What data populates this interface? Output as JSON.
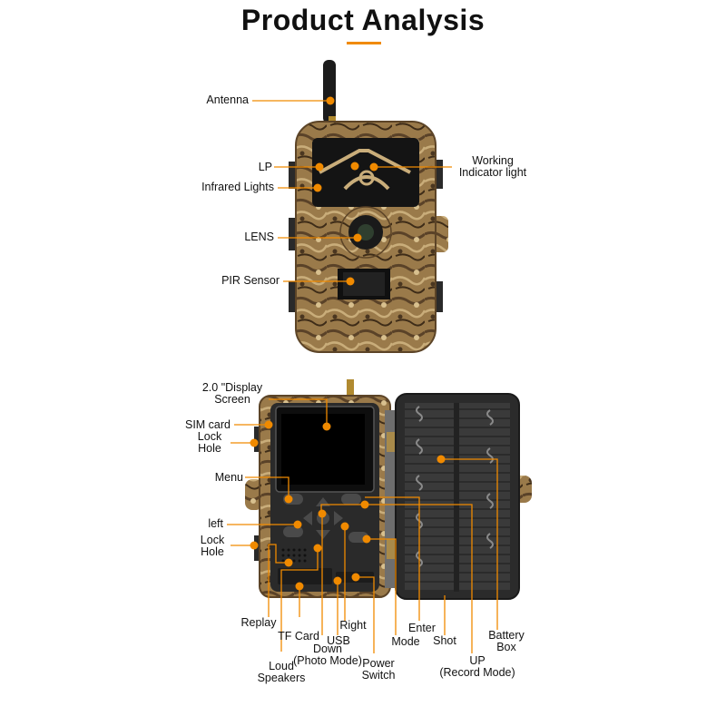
{
  "title": "Product Analysis",
  "accent_color": "#f08a00",
  "camera_body_color": "#8a6a3c",
  "labels": {
    "antenna": "Antenna",
    "lp": "LP",
    "infrared_lights": "Infrared Lights",
    "lens": "LENS",
    "pir_sensor": "PIR Sensor",
    "working_indicator": [
      "Working",
      "Indicator light"
    ],
    "display_screen": [
      "2.0 \"Display",
      "Screen"
    ],
    "sim_card": "SIM card",
    "lock_hole_top": [
      "Lock",
      "Hole"
    ],
    "menu": "Menu",
    "left": "left",
    "lock_hole_bottom": [
      "Lock",
      "Hole"
    ],
    "replay": "Replay",
    "tf_card": "TF Card",
    "loud_speakers": [
      "Loud",
      "Speakers"
    ],
    "down": [
      "Down",
      "(Photo Mode)"
    ],
    "usb": "USB",
    "right": "Right",
    "power_switch": [
      "Power",
      "Switch"
    ],
    "mode": "Mode",
    "enter": "Enter",
    "shot": "Shot",
    "up": [
      "UP",
      "(Record Mode)"
    ],
    "battery_box": [
      "Battery",
      "Box"
    ]
  }
}
